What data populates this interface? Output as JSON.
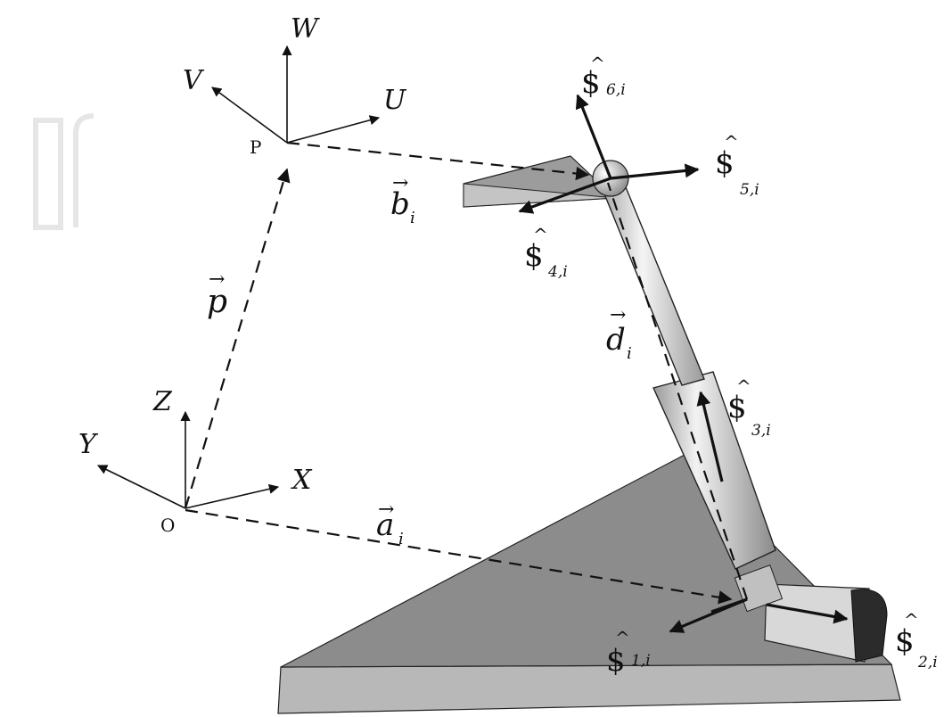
{
  "frames": {
    "moving": {
      "origin": "P",
      "axes": [
        "U",
        "V",
        "W"
      ]
    },
    "fixed": {
      "origin": "O",
      "axes": [
        "X",
        "Y",
        "Z"
      ]
    }
  },
  "vectors": [
    {
      "symbol": "p",
      "subscript": "",
      "arrow": "→"
    },
    {
      "symbol": "a",
      "subscript": "i",
      "arrow": "→"
    },
    {
      "symbol": "b",
      "subscript": "i",
      "arrow": "→"
    },
    {
      "symbol": "d",
      "subscript": "i",
      "arrow": "→"
    }
  ],
  "screws": [
    {
      "symbol": "$",
      "hat": "^",
      "subscript": "1,i"
    },
    {
      "symbol": "$",
      "hat": "^",
      "subscript": "2,i"
    },
    {
      "symbol": "$",
      "hat": "^",
      "subscript": "3,i"
    },
    {
      "symbol": "$",
      "hat": "^",
      "subscript": "4,i"
    },
    {
      "symbol": "$",
      "hat": "^",
      "subscript": "5,i"
    },
    {
      "symbol": "$",
      "hat": "^",
      "subscript": "6,i"
    }
  ],
  "colors": {
    "base_top": "#8c8c8c",
    "base_front": "#b8b8b8",
    "cylinder": "#d6d6d6",
    "ink": "#111111"
  }
}
